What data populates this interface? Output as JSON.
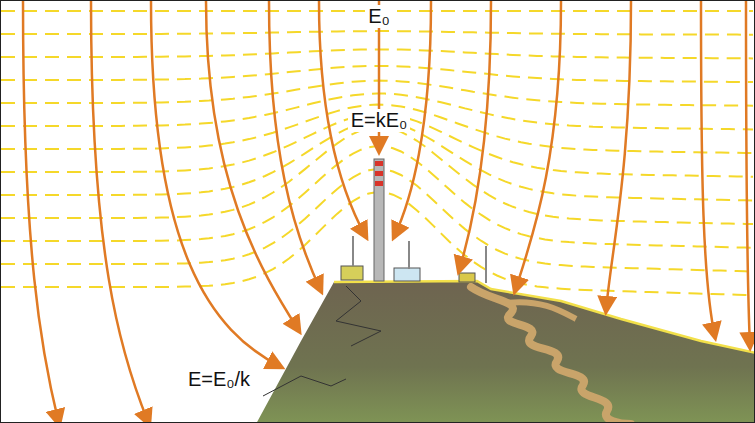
{
  "diagram": {
    "labels": [
      "E₀",
      "E=kE₀",
      "E=E₀/k"
    ]
  }
}
